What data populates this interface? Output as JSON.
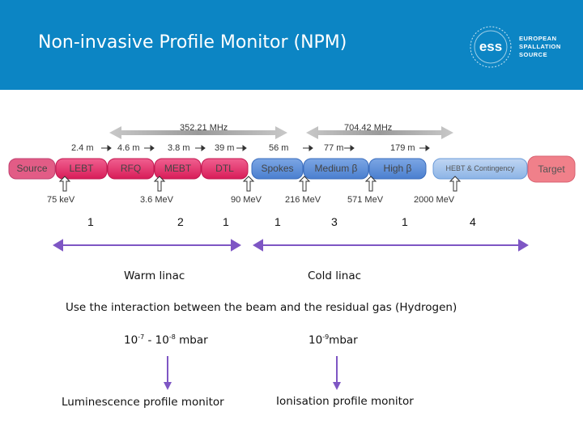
{
  "slide": {
    "title": "Non-invasive Profile Monitor (NPM)",
    "logo": {
      "line1": "EUROPEAN",
      "line2": "SPALLATION",
      "line3": "SOURCE",
      "mark": "ess"
    }
  },
  "diagram": {
    "sections": [
      "Source",
      "LEBT",
      "RFQ",
      "MEBT",
      "DTL",
      "Spokes",
      "Medium β",
      "High β",
      "HEBT & Contingency",
      "Target"
    ],
    "lengths": [
      "2.4 m",
      "4.6 m",
      "3.8 m",
      "39 m",
      "56 m",
      "77 m",
      "179 m"
    ],
    "frequencies": {
      "warm": "352.21 MHz",
      "cold": "704.42 MHz"
    },
    "energies": [
      "75 keV",
      "3.6 MeV",
      "90 MeV",
      "216 MeV",
      "571 MeV",
      "2000 MeV"
    ],
    "monitor_counts": [
      "1",
      "2",
      "1",
      "1",
      "3",
      "1",
      "4"
    ],
    "regions": {
      "warm": "Warm linac",
      "cold": "Cold linac"
    },
    "interaction_text": "Use the interaction between the beam and the residual gas (Hydrogen)",
    "pressure_warm": {
      "a": "10",
      "a_exp": "-7",
      "sep": " - ",
      "b": "10",
      "b_exp": "-8",
      "unit": " mbar"
    },
    "pressure_cold": {
      "a": "10",
      "a_exp": "-9",
      "unit": "mbar"
    },
    "monitors": {
      "warm": "Luminescence profile monitor",
      "cold": "Ionisation profile monitor"
    }
  },
  "colors": {
    "header": "#0c85c4",
    "source_box": "#e25c86",
    "target_box": "#f0808a",
    "warm_box": "#e8306a",
    "cold_box": "#5d8fd8",
    "hebt_box": "#a2c4ec",
    "arrow": "#7e56c4"
  }
}
